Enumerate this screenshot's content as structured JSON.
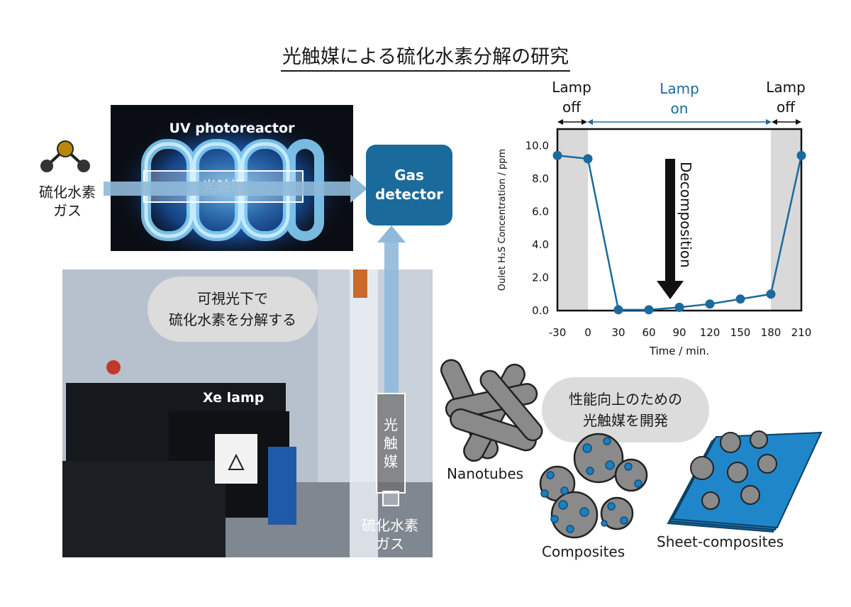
{
  "title": "光触媒による硫化水素分解の研究",
  "reactor": {
    "photo_label": "UV photoreactor",
    "catalyst_label": "光触媒",
    "gas_label_line1": "硫化水素",
    "gas_label_line2": "ガス"
  },
  "detector": {
    "line1": "Gas",
    "line2": "detector"
  },
  "xe": {
    "photo_label": "Xe lamp",
    "bubble_line1": "可視光下で",
    "bubble_line2": "硫化水素を分解する",
    "catalyst_label_chars": [
      "光",
      "触",
      "媒"
    ],
    "gas_label_line1": "硫化水素",
    "gas_label_line2": "ガス"
  },
  "materials": {
    "bubble_line1": "性能向上のための",
    "bubble_line2": "光触媒を開発",
    "nanotubes": "Nanotubes",
    "composites": "Composites",
    "sheet_composites": "Sheet-composites"
  },
  "colors": {
    "accent": "#1b6a9c",
    "arrow": "#8fb9d9",
    "shade": "#d9d9d9",
    "gray_particle": "#8a8a8a"
  },
  "chart_data": {
    "type": "line",
    "x": [
      -30,
      0,
      30,
      60,
      90,
      120,
      150,
      180,
      210
    ],
    "series": [
      {
        "values": [
          9.4,
          9.2,
          0.05,
          0.05,
          0.2,
          0.4,
          0.7,
          1.0,
          9.4
        ]
      }
    ],
    "xticks": [
      "-30",
      "0",
      "30",
      "60",
      "90",
      "120",
      "150",
      "180",
      "210"
    ],
    "yticks": [
      "0.0",
      "2.0",
      "4.0",
      "6.0",
      "8.0",
      "10.0"
    ],
    "xlim": [
      -30,
      210
    ],
    "ylim": [
      0,
      11
    ],
    "xlabel": "Time / min.",
    "ylabel": "Oulet H₂S Concentration / ppm",
    "annotation": "Decomposition",
    "phases": [
      {
        "line1": "Lamp",
        "line2": "off"
      },
      {
        "line1": "Lamp",
        "line2": "on"
      },
      {
        "line1": "Lamp",
        "line2": "off"
      }
    ],
    "shaded_ranges": [
      [
        -30,
        0
      ],
      [
        180,
        210
      ]
    ]
  }
}
